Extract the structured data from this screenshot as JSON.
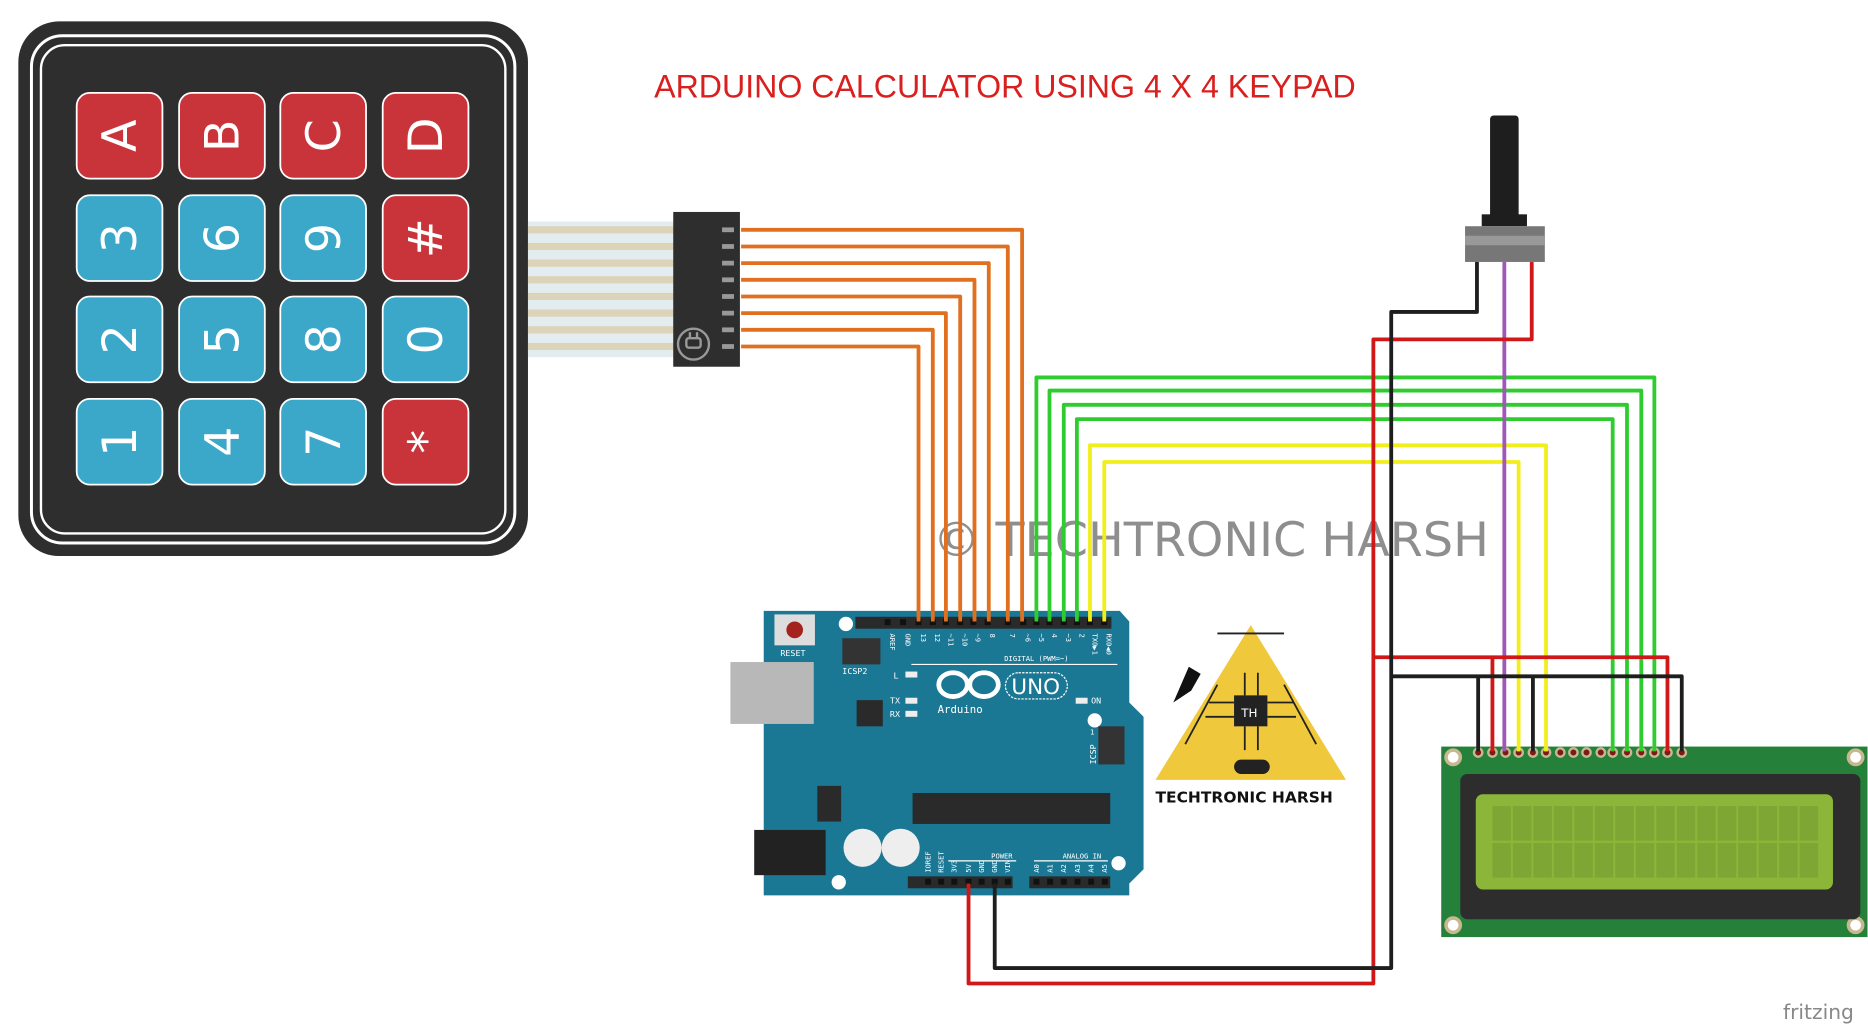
{
  "title": "ARDUINO CALCULATOR USING 4 X 4 KEYPAD",
  "watermark": "© TECHTRONIC HARSH",
  "footer_brand": "fritzing",
  "logo": {
    "text": "TECHTRONIC HARSH",
    "monogram": "TH"
  },
  "keypad": {
    "rows": [
      [
        {
          "label": "A",
          "color": "red"
        },
        {
          "label": "B",
          "color": "red"
        },
        {
          "label": "C",
          "color": "red"
        },
        {
          "label": "D",
          "color": "red"
        }
      ],
      [
        {
          "label": "3",
          "color": "blue"
        },
        {
          "label": "6",
          "color": "blue"
        },
        {
          "label": "9",
          "color": "blue"
        },
        {
          "label": "#",
          "color": "red"
        }
      ],
      [
        {
          "label": "2",
          "color": "blue"
        },
        {
          "label": "5",
          "color": "blue"
        },
        {
          "label": "8",
          "color": "blue"
        },
        {
          "label": "0",
          "color": "blue"
        }
      ],
      [
        {
          "label": "1",
          "color": "blue"
        },
        {
          "label": "4",
          "color": "blue"
        },
        {
          "label": "7",
          "color": "blue"
        },
        {
          "label": "*",
          "color": "red"
        }
      ]
    ],
    "connector_icon": "plug-icon"
  },
  "arduino": {
    "reset": "RESET",
    "icsp2": "ICSP2",
    "digital_pins": [
      "AREF",
      "GND",
      "13",
      "12",
      "~11",
      "~10",
      "~9",
      "8",
      "7",
      "~6",
      "~5",
      "4",
      "~3",
      "2",
      "TX0▶1",
      "RX0◀0"
    ],
    "digital_label": "DIGITAL (PWM=~)",
    "led_l": "L",
    "led_tx": "TX",
    "led_rx": "RX",
    "led_on": "ON",
    "brand": "Arduino",
    "model": "UNO",
    "icsp": "ICSP",
    "icsp_pin1": "1",
    "power_pins": [
      "IOREF",
      "RESET",
      "3V3",
      "5V",
      "GND",
      "GND",
      "VIN"
    ],
    "power_label": "POWER",
    "analog_pins": [
      "A0",
      "A1",
      "A2",
      "A3",
      "A4",
      "A5"
    ],
    "analog_label": "ANALOG IN"
  },
  "colors": {
    "title": "#d9201f",
    "key_red": "#c9343a",
    "key_blue": "#3ba7c9",
    "board": "#1b7895",
    "lcd_board": "#25803a",
    "lcd_screen": "#8bb63a",
    "wire_orange": "#e07020",
    "wire_green": "#2ecc2e",
    "wire_yellow": "#f2ee1c",
    "wire_red": "#d01818",
    "wire_black": "#1e1e1e",
    "wire_purple": "#a058b8"
  }
}
